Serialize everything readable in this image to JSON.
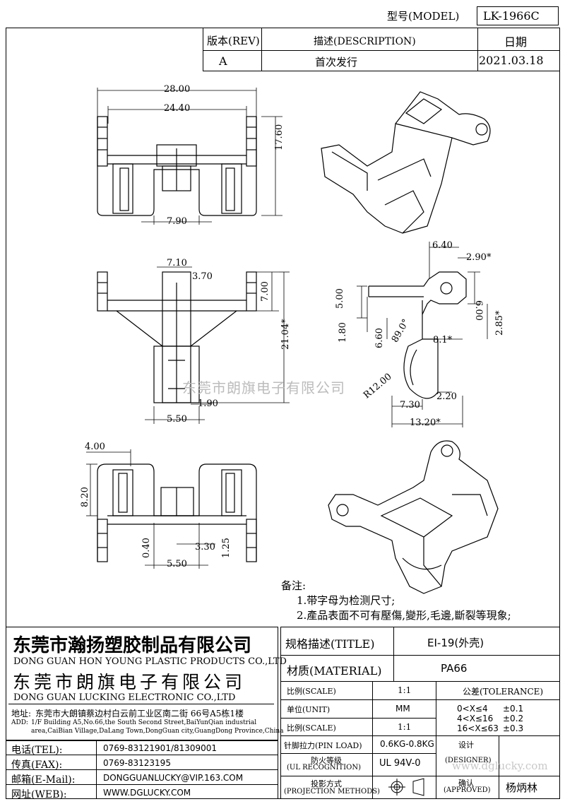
{
  "header": {
    "model_label": "型号(MODEL)",
    "model_value": "LK-1966C"
  },
  "revision": {
    "col_rev": "版本(REV)",
    "col_desc": "描述(DESCRIPTION)",
    "col_date": "日期",
    "rows": [
      {
        "rev": "A",
        "desc": "首次发行",
        "date": "2021.03.18"
      }
    ]
  },
  "dimensions": {
    "top": [
      "28.00",
      "24.40",
      "17.60",
      "7.90"
    ],
    "front": [
      "7.10",
      "3.70",
      "7.00",
      "21.04*",
      "1.90",
      "5.50"
    ],
    "side": [
      "6.40",
      "2.90*",
      "5.00",
      "6.00",
      "1.80",
      "6.60",
      "89.0°",
      "2.85*",
      "8.1*",
      "R12.00",
      "2.20",
      "7.30",
      "13.20*"
    ],
    "bottom": [
      "4.00",
      "8.20",
      "0.40",
      "3.30",
      "1.25",
      "5.50"
    ]
  },
  "watermark": "东莞市朗旗电子有限公司",
  "notes": {
    "title": "备注:",
    "items": [
      "1.带字母为检测尺寸;",
      "2.產品表面不可有壓傷,變形,毛邊,斷裂等現象;"
    ]
  },
  "company": {
    "name1_cn": "东莞市瀚扬塑胶制品有限公司",
    "name1_en": "DONG GUAN HON YOUNG PLASTIC PRODUCTS CO.,LTD",
    "name2_cn": "东莞市朗旗电子有限公司",
    "name2_en": "DONG GUAN LUCKING ELECTRONIC CO.,LTD",
    "address_label": "地址:",
    "address_cn": "东莞市大朗镇蔡边村白云前工业区南二街 66号A5栋1楼",
    "address_en_label": "ADD:",
    "address_en1": "1/F Building A5,No.66,the South Second Street,BaiYunQian industrial",
    "address_en2": "area,CaiBian Village,DaLang Town,DongGuan city,GuangDong Province,China"
  },
  "contacts": [
    {
      "label": "电话(TEL):",
      "value": "0769-83121901/81309001"
    },
    {
      "label": "传真(FAX):",
      "value": "0769-83123195"
    },
    {
      "label": "邮箱(E-Mail):",
      "value": "DONGGUANLUCKY@VIP.163.COM"
    },
    {
      "label": "网址(WEB):",
      "value": "WWW.DGLUCKY.COM"
    }
  ],
  "spec": {
    "title_label": "规格描述(TITLE)",
    "title_value": "EI-19(外壳)",
    "material_label": "材质(MATERIAL)",
    "material_value": "PA66",
    "scale_label": "比例(SCALE)",
    "scale_value": "1:1",
    "tolerance_label": "公差(TOLERANCE)",
    "unit_label": "单位(UNIT)",
    "unit_value": "MM",
    "scale2_label": "比例(SCALE)",
    "scale2_value": "1:1",
    "tolerance_rows": [
      {
        "range": "0<X≤4",
        "value": "±0.1"
      },
      {
        "range": "4<X≤16",
        "value": "±0.2"
      },
      {
        "range": "16<X≤63",
        "value": "±0.3"
      }
    ],
    "pin_label": "针脚拉力(PIN LOAD)",
    "pin_value": "0.6KG-0.8KG",
    "designer_label_cn": "设计",
    "designer_label_en": "(DESIGNER)",
    "fire_label_cn": "防火等级",
    "fire_label_en": "(UL RECOGNITION)",
    "fire_value": "UL 94V-0",
    "projection_label_cn": "投影方式",
    "projection_label_en": "(PROJECTION METHODS)",
    "approved_label_cn": "确认",
    "approved_label_en": "(APPROVED)",
    "approved_value": "杨炳林",
    "watermark_small": "www.dglucky.com"
  }
}
